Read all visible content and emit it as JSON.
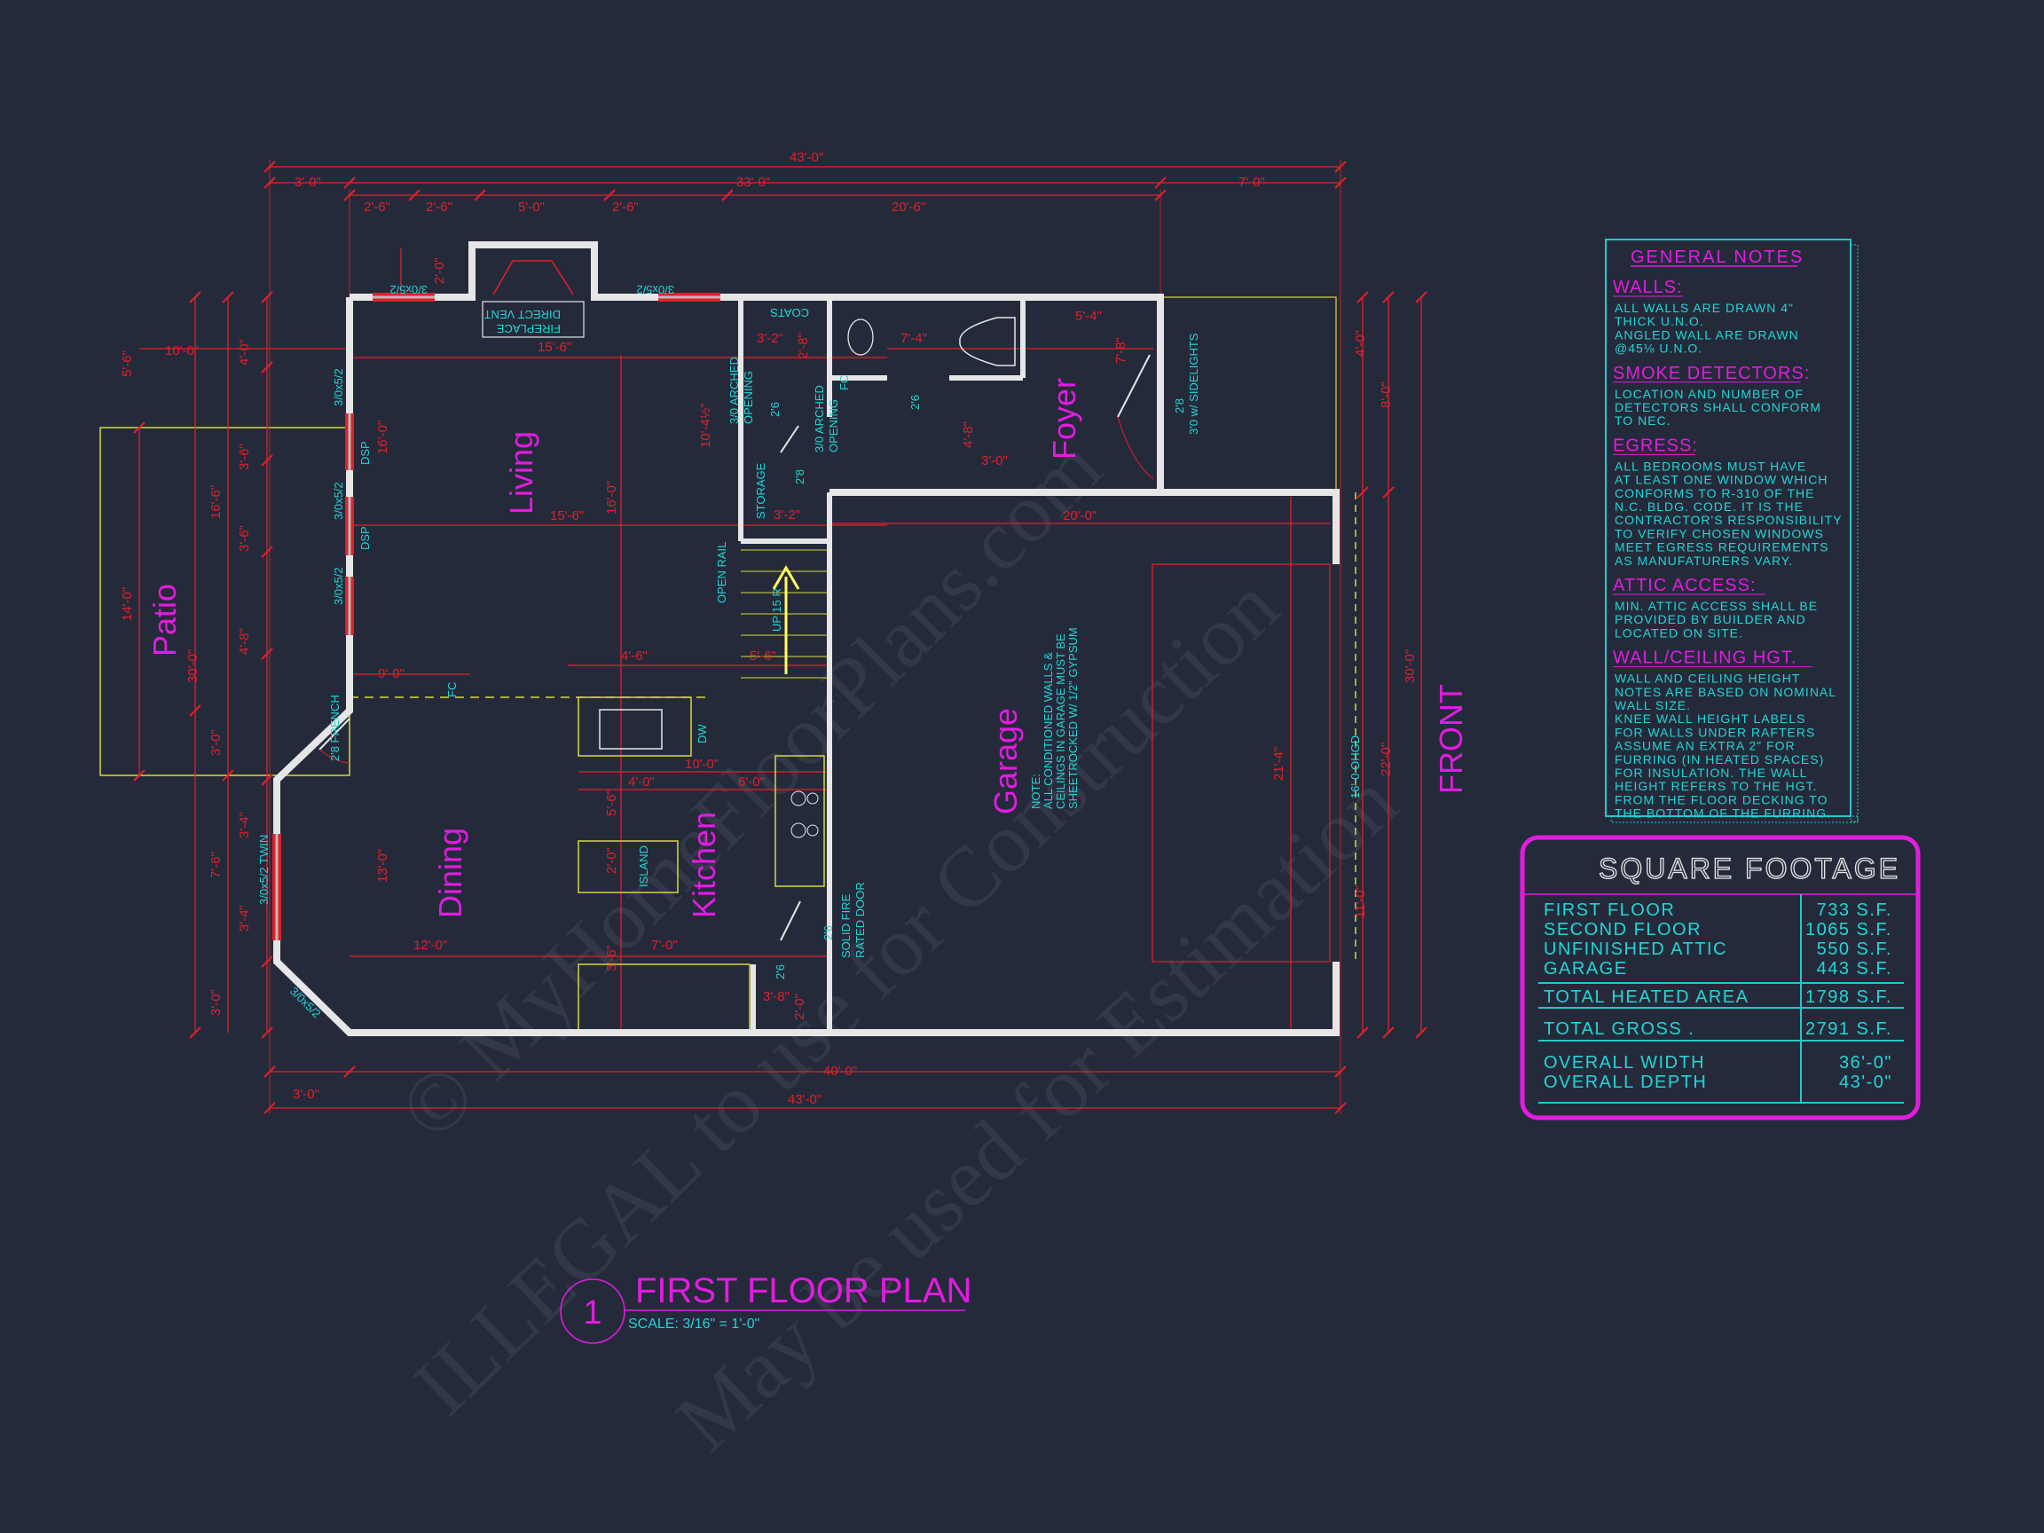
{
  "watermark": [
    "© MyHomeFloorPlans.com",
    "ILLEGAL to use for Construction",
    "May be used for Estimation"
  ],
  "rooms": {
    "living": "Living",
    "dining": "Dining",
    "kitchen": "Kitchen",
    "garage": "Garage",
    "foyer": "Foyer",
    "patio": "Patio",
    "front": "FRONT"
  },
  "dims": {
    "top_overall": "43'-0\"",
    "top_left": "3'-0\"",
    "top_mid": "33'-0\"",
    "top_right": "7'-0\"",
    "t1": "2'-6\"",
    "t2": "2'-6\"",
    "t3": "5'-0\"",
    "t4": "2'-6\"",
    "t5": "20'-6\"",
    "bot_mid": "40'-0\"",
    "bot_left": "3'-0\"",
    "bot_overall": "43'-0\"",
    "l_patio_w": "10'-0\"",
    "l_patio_d": "14'-0\"",
    "l_overall": "30'-0\"",
    "l_a": "16'-6\"",
    "l_b": "5'-6\"",
    "l_c": "4'-0\"",
    "l_d": "3'-6\"",
    "l_e": "3'-6\"",
    "l_f": "4'-8\"",
    "l_g": "3'-0\"",
    "l_h": "7'-6\"",
    "l_i": "3'-4\"",
    "l_j": "3'-4\"",
    "l_k": "3'-0\"",
    "r_a": "4'-0\"",
    "r_b": "8'-0\"",
    "r_overall": "30'-0\"",
    "r_c": "22'-0\"",
    "r_d": "11'-0\"",
    "garage_depth": "21'-4\"",
    "fp_depth": "2'-0\"",
    "living_w": "15'-6\"",
    "living_w2": "15'-6\"",
    "living_d": "16'-0\"",
    "living_d2": "16'-0\"",
    "hall": "10'-4½\"",
    "garage_w": "20'-0\"",
    "foyer_w": "5'-4\"",
    "bath_w": "7'-4\"",
    "coats_w": "3'-2\"",
    "foyer_b": "3'-0\"",
    "foyer_c": "4'-8\"",
    "foyer_d": "7'-8\"",
    "stor_w": "3'-2\"",
    "bath_d": "2'-8\"",
    "din_a": "9'-0\"",
    "k_a": "4'-6\"",
    "k_b": "5'-6\"",
    "k_c": "10'-0\"",
    "k_d": "4'-0\"",
    "k_e": "6'-0\"",
    "din_d": "13'-0\"",
    "din_w": "12'-0\"",
    "k_f": "7'-0\"",
    "k_g": "5'-6\"",
    "k_h": "3'-6\"",
    "k_i": "2'-0\"",
    "k_j": "3'-8\"",
    "k_k": "2'-0\""
  },
  "labels": {
    "win1": "3/0x5/2",
    "win2": "3/0x5/2",
    "win3": "3/0x5/2",
    "win4": "3/0x5/2",
    "win5": "3/0x5/2",
    "win_twin": "3/0x5/2 TWIN",
    "win_bay": "3/0x5/2",
    "fireplace1": "FIREPLACE",
    "fireplace2": "DIRECT VENT",
    "coats": "COATS",
    "storage": "STORAGE",
    "arch1": "3/0 ARCHED",
    "arch1b": "OPENING",
    "arch2": "3/0 ARCHED",
    "arch2b": "OPENING",
    "open_rail": "OPEN RAIL",
    "up": "UP 15 R",
    "island": "ISLAND",
    "dw": "DW",
    "fc": "FC",
    "fc2": "FC",
    "dsp1": "DSP",
    "dsp2": "DSP",
    "fire_door1": "SOLID FIRE",
    "fire_door2": "RATED DOOR",
    "french": "2'8 FRENCH",
    "sidelights": "3'0 w/ SIDELIGHTS",
    "ohgd": "16'-0 OHGD",
    "door1": "2'6",
    "door2": "2'6",
    "door3": "2'8",
    "door4": "2'6",
    "door5": "2'6",
    "door6": "2'8",
    "garage_note1": "NOTE:",
    "garage_note2": "ALL CONDITIONED WALLS &",
    "garage_note3": "CEILINGS IN GARAGE MUST BE",
    "garage_note4": "SHEETROCKED W/ 1/2\" GYPSUM"
  },
  "notes": {
    "title": "GENERAL NOTES",
    "sections": [
      {
        "heading": "WALLS:",
        "lines": [
          "ALL WALLS ARE DRAWN 4\"",
          "THICK U.N.O.",
          "ANGLED WALL ARE DRAWN",
          "@45⅛ U.N.O."
        ]
      },
      {
        "heading": "SMOKE DETECTORS:",
        "lines": [
          "LOCATION AND NUMBER OF",
          "DETECTORS SHALL CONFORM",
          "TO NEC."
        ]
      },
      {
        "heading": "EGRESS:",
        "lines": [
          "ALL BEDROOMS MUST HAVE",
          "AT LEAST ONE WINDOW WHICH",
          "CONFORMS TO R-310 OF THE",
          "N.C. BLDG. CODE. IT IS THE",
          "CONTRACTOR'S RESPONSIBILITY",
          "TO VERIFY CHOSEN WINDOWS",
          "MEET EGRESS REQUIREMENTS",
          "AS MANUFATURERS VARY."
        ]
      },
      {
        "heading": "ATTIC ACCESS:",
        "lines": [
          "MIN. ATTIC ACCESS SHALL BE",
          "PROVIDED BY BUILDER AND",
          "LOCATED ON SITE."
        ]
      },
      {
        "heading": "WALL/CEILING HGT.",
        "lines": [
          "WALL AND CEILING HEIGHT",
          "NOTES ARE BASED ON NOMINAL",
          "WALL SIZE.",
          "KNEE WALL HEIGHT LABELS",
          "FOR WALLS UNDER RAFTERS",
          "ASSUME AN EXTRA 2\" FOR",
          "FURRING (IN HEATED SPACES)",
          "FOR INSULATION. THE WALL",
          "HEIGHT REFERS TO THE HGT.",
          "FROM THE FLOOR DECKING TO",
          "THE BOTTOM OF THE FURRING."
        ]
      }
    ]
  },
  "square_footage": {
    "title": "SQUARE FOOTAGE",
    "rows": [
      {
        "label": "FIRST FLOOR",
        "value": "733 S.F."
      },
      {
        "label": "SECOND FLOOR",
        "value": "1065 S.F."
      },
      {
        "label": "UNFINISHED ATTIC",
        "value": "550 S.F."
      },
      {
        "label": "GARAGE",
        "value": "443 S.F."
      }
    ],
    "total_heated": {
      "label": "TOTAL HEATED AREA",
      "value": "1798 S.F."
    },
    "total_gross": {
      "label": "TOTAL GROSS .",
      "value": "2791 S.F."
    },
    "width": {
      "label": "OVERALL WIDTH",
      "value": "36'-0\""
    },
    "depth": {
      "label": "OVERALL DEPTH",
      "value": "43'-0\""
    }
  },
  "title_block": {
    "number": "1",
    "title": "FIRST FLOOR PLAN",
    "scale": "SCALE: 3/16\" = 1'-0\""
  },
  "colors": {
    "background": "#252a3b",
    "walls": "#e6e6e6",
    "dimensions": "#e0202a",
    "text_cyan": "#22d6d6",
    "magenta": "#e21ce0",
    "yellow": "#d8d83a"
  }
}
